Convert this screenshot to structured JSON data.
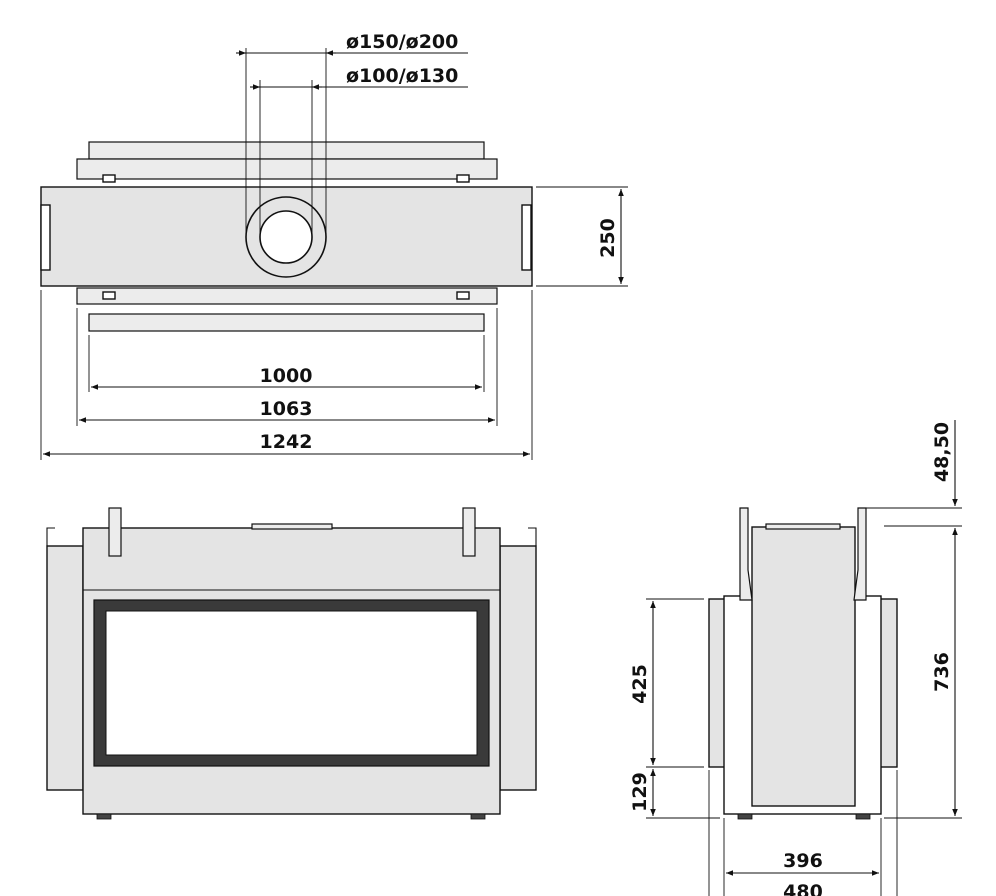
{
  "top_view": {
    "flue_outer": "ø150/ø200",
    "flue_inner": "ø100/ø130",
    "depth": "250",
    "width_inner": "1000",
    "width_mid": "1063",
    "width_total": "1242"
  },
  "side_view": {
    "top_offset": "48,50",
    "height_total": "736",
    "glass_height": "425",
    "base_height": "129",
    "depth_inner": "396",
    "depth_total": "480"
  },
  "colors": {
    "line": "#111111",
    "body_fill": "#e4e4e4",
    "frame_dark": "#3a3a3a"
  }
}
